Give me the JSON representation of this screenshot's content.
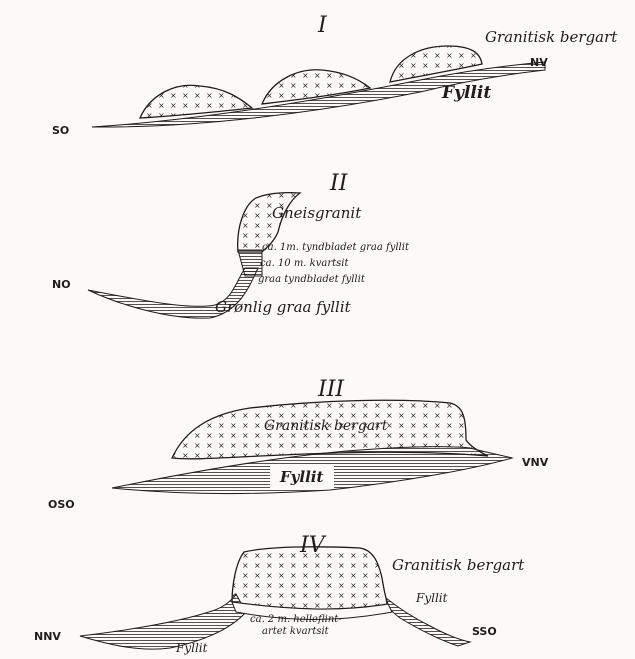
{
  "sections": [
    {
      "numeral": "I",
      "labels": {
        "rock_top": "Granitisk bergart",
        "rock_bottom": "Fyllit"
      },
      "orientation": {
        "left": "SO",
        "right": "NV"
      }
    },
    {
      "numeral": "II",
      "labels": {
        "granite": "Gneisgranit",
        "layer1": "ca. 1m. tyndbladet graa fyllit",
        "layer2": "ca. 10 m. kvartsit",
        "layer3": "graa tyndbladet fyllit",
        "base": "Grønlig graa fyllit"
      },
      "orientation": {
        "left": "NO"
      }
    },
    {
      "numeral": "III",
      "labels": {
        "rock_top": "Granitisk bergart",
        "rock_bottom": "Fyllit"
      },
      "orientation": {
        "left": "OSO",
        "right": "VNV"
      }
    },
    {
      "numeral": "IV",
      "labels": {
        "rock_top": "Granitisk bergart",
        "fyllit_right": "Fyllit",
        "quartzite_line1": "ca. 2 m. helleflint-",
        "quartzite_line2": "artet kvartsit",
        "fyllit_left": "Fyllit"
      },
      "orientation": {
        "left": "NNV",
        "right": "SSO"
      }
    }
  ]
}
